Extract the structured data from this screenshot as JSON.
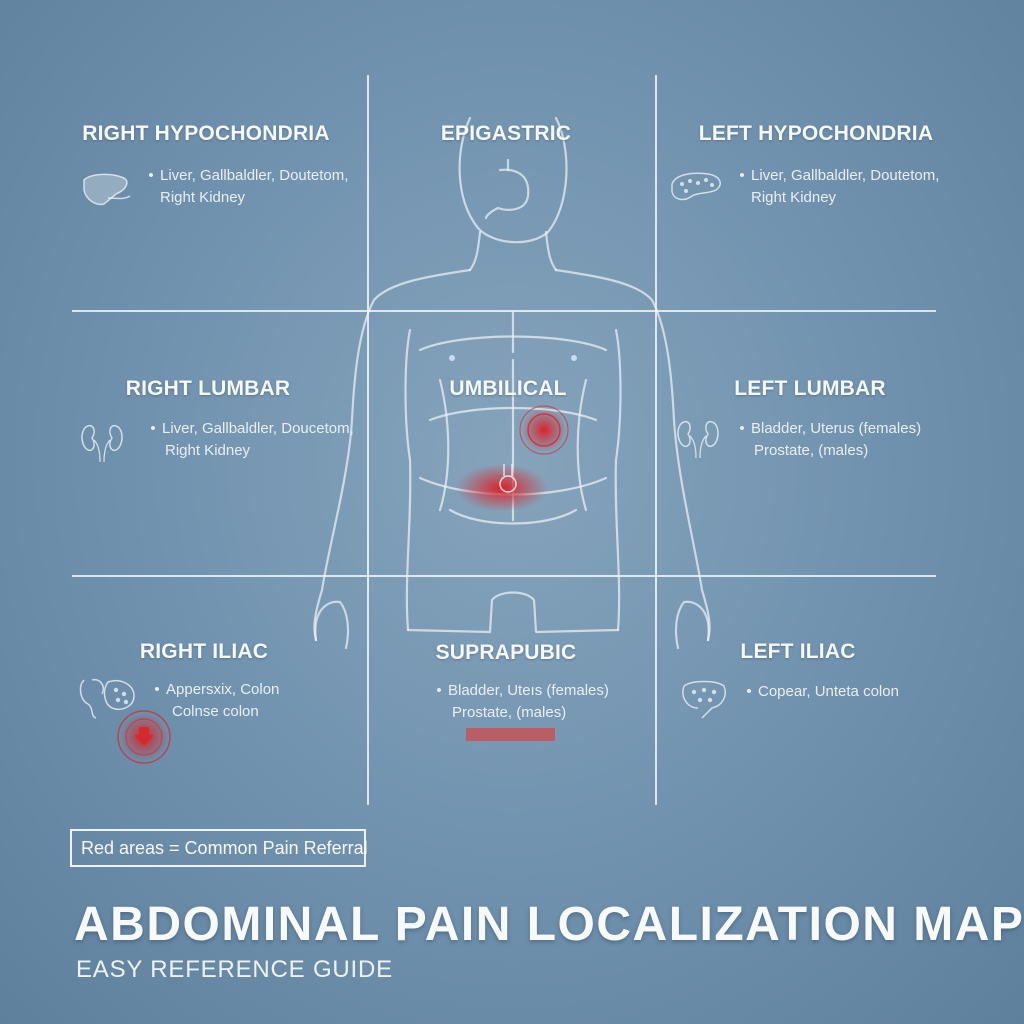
{
  "title": "ABDOMINAL PAIN LOCALIZATION MAP",
  "subtitle": "EASY REFERENCE GUIDE",
  "legend": "Red areas = Common Pain Referral",
  "colors": {
    "background": "#7394b0",
    "lines": "#f0f4f8",
    "pain": "#d9262b"
  },
  "regions": {
    "right_hypochondria": {
      "title": "RIGHT HYPOCHONDRIA",
      "line1": "Liver, Gallbaldler, Doutetom,",
      "line2": "Right Kidney",
      "icon": "liver-icon"
    },
    "epigastric": {
      "title": "EPIGASTRIC",
      "icon": "stomach-icon"
    },
    "left_hypochondria": {
      "title": "LEFT HYPOCHONDRIA",
      "line1": "Liver, Gallbaldler, Doutetom,",
      "line2": "Right Kidney",
      "icon": "pancreas-icon"
    },
    "right_lumbar": {
      "title": "RIGHT LUMBAR",
      "line1": "Liver, Gallbaldler, Doucetom,",
      "line2": "Right Kidney",
      "icon": "kidneys-icon"
    },
    "umbilical": {
      "title": "UMBILICAL",
      "icon": "navel-icon"
    },
    "left_lumbar": {
      "title": "LEFT LUMBAR",
      "line1": "Bladder, Uterus (females)",
      "line2": "Prostate, (males)",
      "icon": "kidneys-icon"
    },
    "right_iliac": {
      "title": "RIGHT ILIAC",
      "line1": "Appersxix, Colon",
      "line2": "Colnse colon",
      "icon": "intestine-icon"
    },
    "suprapubic": {
      "title": "SUPRAPUBIC",
      "line1": "Bladder, Uteıs (females)",
      "line2": "Prostate, (males)"
    },
    "left_iliac": {
      "title": "LEFT ILIAC",
      "line1": "Copear, Unteta colon",
      "icon": "colon-icon"
    }
  }
}
